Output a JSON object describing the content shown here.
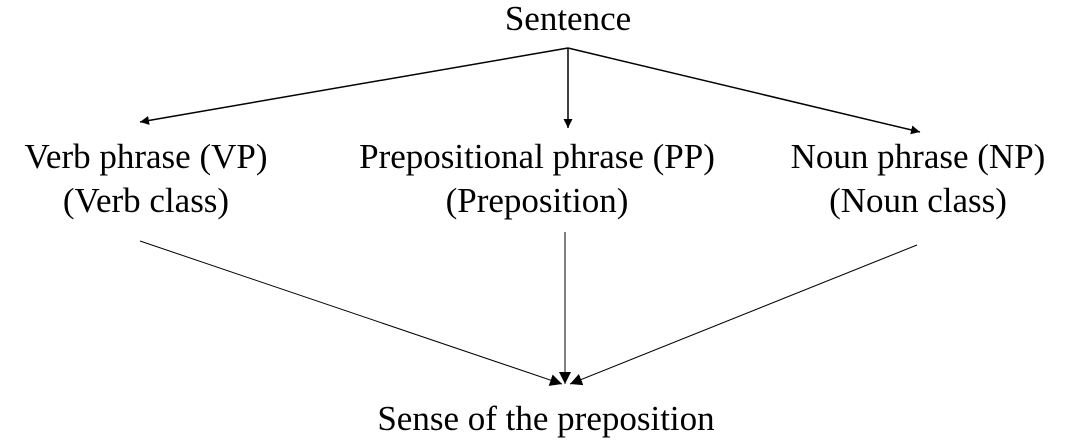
{
  "diagram": {
    "root": {
      "label": "Sentence"
    },
    "phrases": [
      {
        "line1": "Verb phrase  (VP)",
        "line2": "(Verb class)"
      },
      {
        "line1": "Prepositional phrase (PP)",
        "line2": "(Preposition)"
      },
      {
        "line1": "Noun phrase (NP)",
        "line2": "(Noun class)"
      }
    ],
    "result": {
      "label": "Sense of the preposition"
    },
    "colors": {
      "text": "#000000",
      "line": "#000000",
      "background": "#ffffff"
    }
  }
}
